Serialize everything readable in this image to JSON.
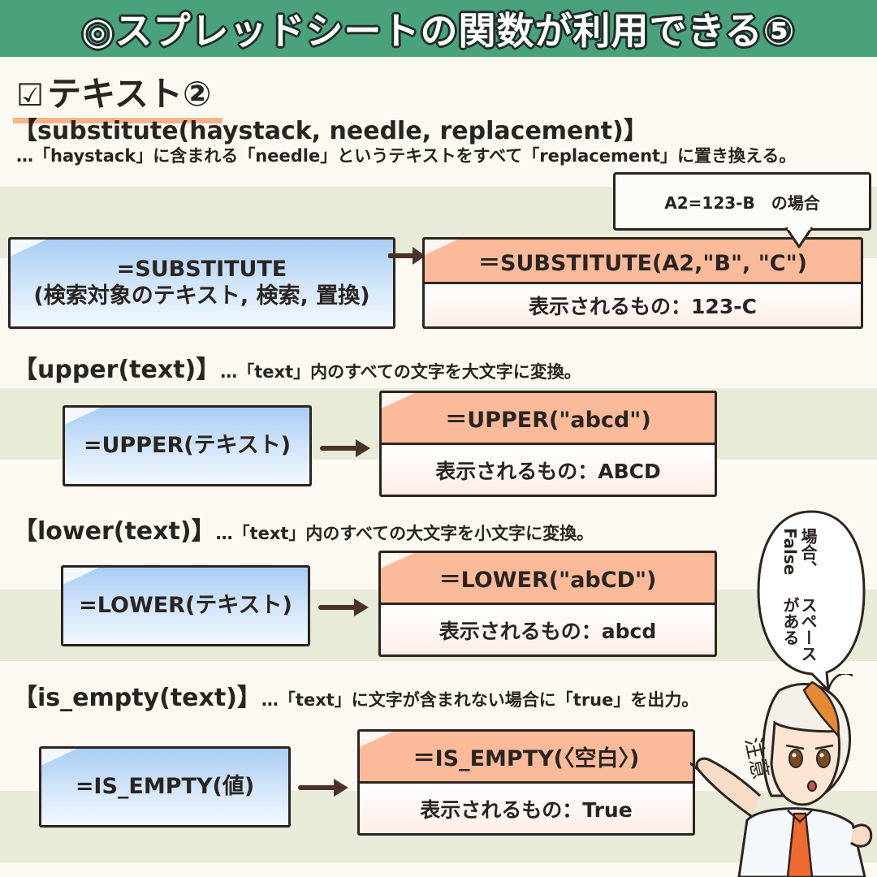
{
  "header": {
    "title": "◎スプレッドシートの関数が利用できる⑤"
  },
  "section": {
    "check": "☑",
    "title": "テキスト②"
  },
  "substitute": {
    "heading": "【substitute(haystack, needle, replacement)】",
    "description": "…「haystack」に含まれる「needle」というテキストをすべて「replacement」に置き換える。",
    "callout": "A2=123-B　の場合",
    "left_line1": "=SUBSTITUTE",
    "left_line2": "(検索対象のテキスト, 検索, 置換)",
    "formula": "＝SUBSTITUTE(A2,\"B\", \"C\")",
    "result": "表示されるもの：123-C"
  },
  "upper": {
    "heading": "【upper(text)】",
    "description": "…「text」内のすべての文字を大文字に変換。",
    "left": "=UPPER(テキスト)",
    "formula": "＝UPPER(\"abcd\")",
    "result": "表示されるもの：ABCD"
  },
  "lower": {
    "heading": "【lower(text)】",
    "description": "…「text」内のすべての大文字を小文字に変換。",
    "left": "=LOWER(テキスト)",
    "formula": "＝LOWER(\"abCD\")",
    "result": "表示されるもの：abcd"
  },
  "is_empty": {
    "heading": "【is_empty(text)】",
    "description": "…「text」に文字が含まれない場合に「true」を出力。",
    "left": "=IS_EMPTY(値)",
    "formula": "＝IS_EMPTY(〈空白〉)",
    "result": "表示されるもの：True"
  },
  "bubble": {
    "line1": "スペースがある",
    "line2": "場合、False"
  },
  "character": {
    "handwriting": "注意"
  },
  "colors": {
    "header_bg": "#4aa27c",
    "formula_header": "#fbbb9a",
    "left_box_top": "#a9cdf4",
    "underline": "#f3b48a",
    "stripe": "#e7ebd8",
    "border": "#2d2420"
  }
}
